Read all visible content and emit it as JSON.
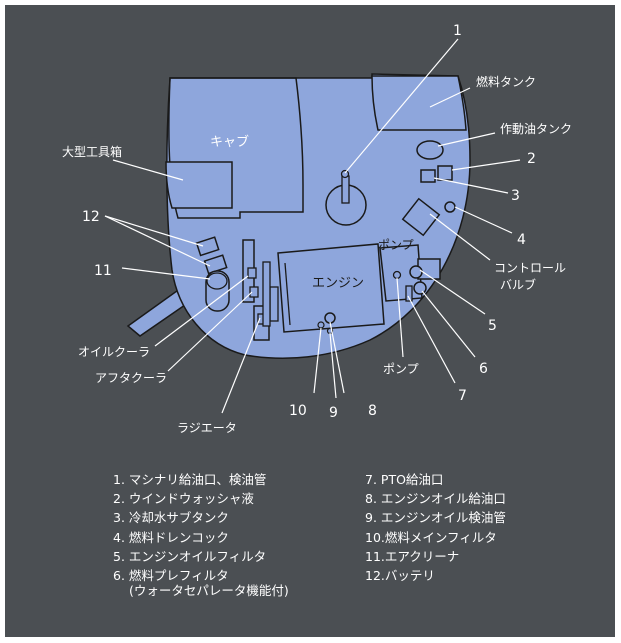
{
  "diagram": {
    "labels": {
      "cab": "キャブ",
      "engine": "エンジン",
      "pump_top": "ポンプ",
      "pump_bottom": "ポンプ",
      "toolbox": "大型工具箱",
      "fuel_tank": "燃料タンク",
      "hydraulic_tank": "作動油タンク",
      "control_valve_1": "コントロール",
      "control_valve_2": "バルブ",
      "oil_cooler": "オイルクーラ",
      "aftercooler": "アフタクーラ",
      "radiator": "ラジエータ"
    },
    "callouts": [
      "1",
      "2",
      "3",
      "4",
      "5",
      "6",
      "7",
      "8",
      "9",
      "10",
      "11",
      "12"
    ]
  },
  "legend": {
    "left": [
      "1.  マシナリ給油口、検油管",
      "2.  ウインドウォッシャ液",
      "3.  冷却水サブタンク",
      "4.  燃料ドレンコック",
      "5.  エンジンオイルフィルタ",
      "6.  燃料プレフィルタ"
    ],
    "left_sub": "(ウォータセパレータ機能付)",
    "right": [
      "7.  PTO給油口",
      "8.  エンジンオイル給油口",
      "9.  エンジンオイル検油管",
      "10.燃料メインフィルタ",
      "11.エアクリーナ",
      "12.バッテリ"
    ]
  },
  "colors": {
    "panel": "#4b4f53",
    "machine": "#8ea6dc",
    "outline": "#1a1a1a",
    "text": "#ffffff"
  }
}
